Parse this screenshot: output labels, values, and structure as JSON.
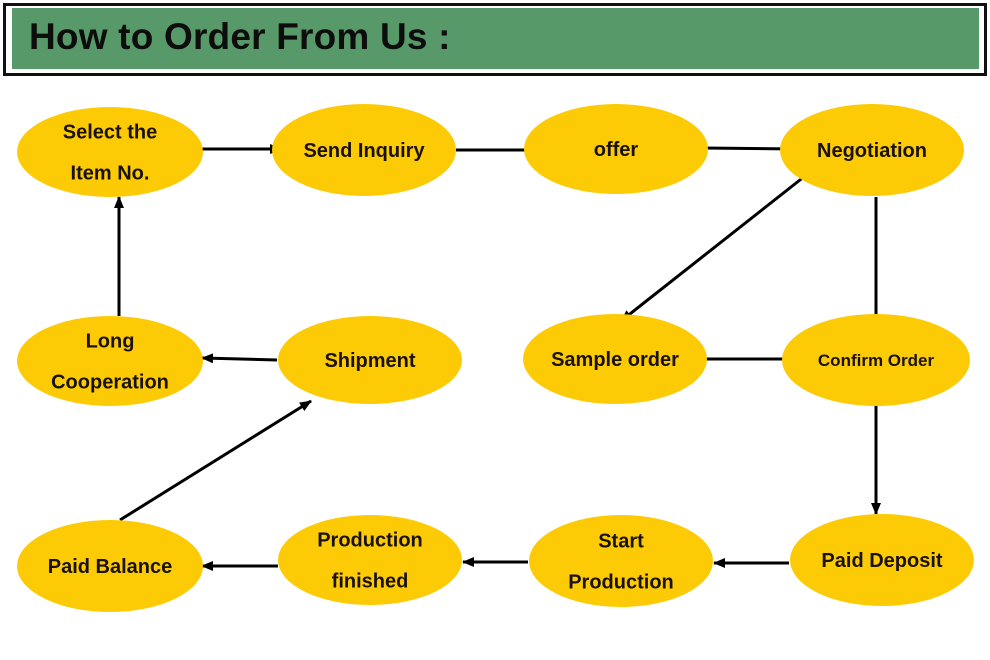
{
  "header": {
    "title": "How to Order From Us :",
    "bar_color": "#579968"
  },
  "colors": {
    "node_fill": "#FCCB05",
    "arrow": "#000000",
    "text": "#1a1208"
  },
  "nodes": [
    {
      "id": "select-item",
      "lines": [
        "Select the",
        "Item No."
      ]
    },
    {
      "id": "send-inquiry",
      "lines": [
        "Send Inquiry"
      ]
    },
    {
      "id": "offer",
      "lines": [
        "offer"
      ]
    },
    {
      "id": "negotiation",
      "lines": [
        "Negotiation"
      ]
    },
    {
      "id": "long-cooperation",
      "lines": [
        "Long",
        "Cooperation"
      ]
    },
    {
      "id": "shipment",
      "lines": [
        "Shipment"
      ]
    },
    {
      "id": "sample-order",
      "lines": [
        "Sample order"
      ]
    },
    {
      "id": "confirm-order",
      "lines": [
        "Confirm Order"
      ]
    },
    {
      "id": "paid-balance",
      "lines": [
        "Paid Balance"
      ]
    },
    {
      "id": "production-finished",
      "lines": [
        "Production",
        "finished"
      ]
    },
    {
      "id": "start-production",
      "lines": [
        "Start",
        "Production"
      ]
    },
    {
      "id": "paid-deposit",
      "lines": [
        "Paid Deposit"
      ]
    }
  ],
  "edges": [
    {
      "from": "select-item",
      "to": "send-inquiry"
    },
    {
      "from": "send-inquiry",
      "to": "offer"
    },
    {
      "from": "offer",
      "to": "negotiation"
    },
    {
      "from": "negotiation",
      "to": "sample-order"
    },
    {
      "from": "negotiation",
      "to": "confirm-order"
    },
    {
      "from": "sample-order",
      "to": "confirm-order"
    },
    {
      "from": "confirm-order",
      "to": "paid-deposit"
    },
    {
      "from": "paid-deposit",
      "to": "start-production"
    },
    {
      "from": "start-production",
      "to": "production-finished"
    },
    {
      "from": "production-finished",
      "to": "paid-balance"
    },
    {
      "from": "paid-balance",
      "to": "shipment"
    },
    {
      "from": "shipment",
      "to": "long-cooperation"
    },
    {
      "from": "long-cooperation",
      "to": "select-item"
    }
  ]
}
